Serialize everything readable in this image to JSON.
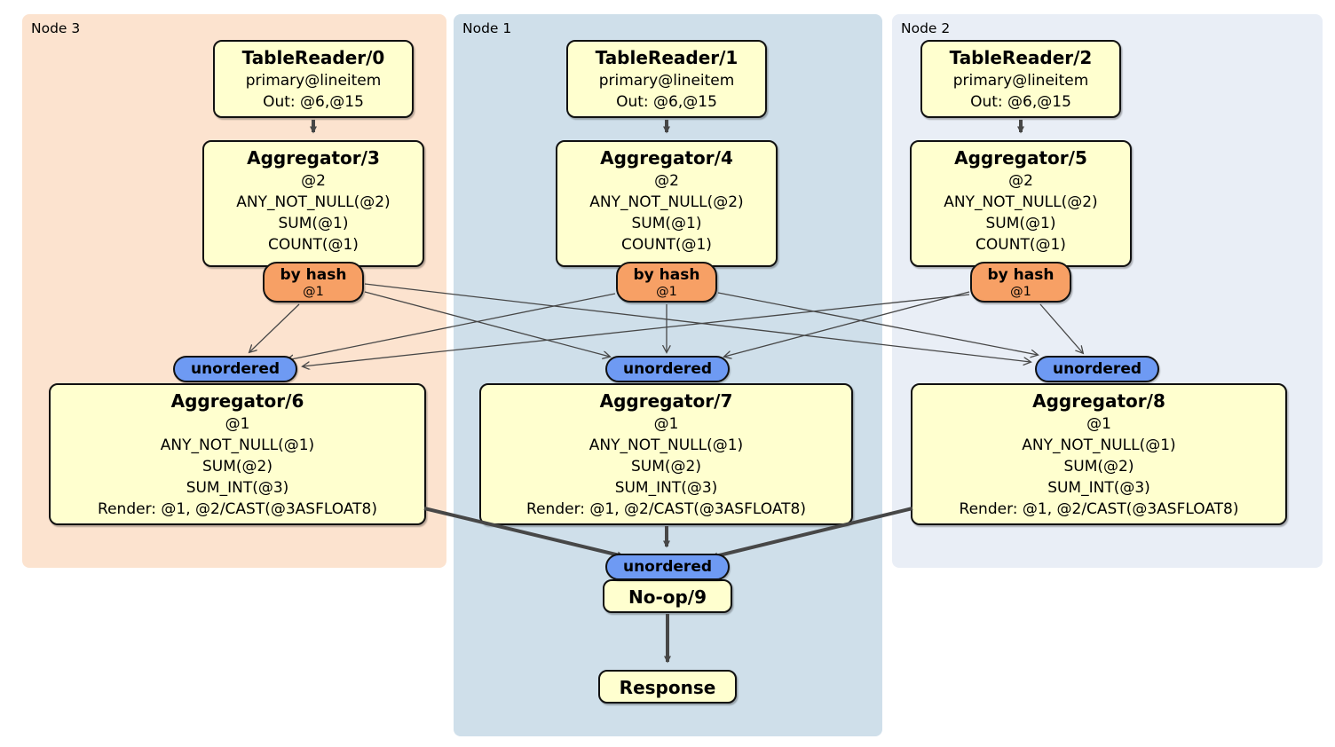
{
  "regions": {
    "node3": {
      "label": "Node 3"
    },
    "node1": {
      "label": "Node 1"
    },
    "node2": {
      "label": "Node 2"
    }
  },
  "processors": {
    "tablereader0": {
      "title": "TableReader/0",
      "index": "primary@lineitem",
      "out": "Out: @6,@15"
    },
    "tablereader1": {
      "title": "TableReader/1",
      "index": "primary@lineitem",
      "out": "Out: @6,@15"
    },
    "tablereader2": {
      "title": "TableReader/2",
      "index": "primary@lineitem",
      "out": "Out: @6,@15"
    },
    "aggregator3": {
      "title": "Aggregator/3",
      "group": "@2",
      "aggs": [
        "ANY_NOT_NULL(@2)",
        "SUM(@1)",
        "COUNT(@1)"
      ]
    },
    "aggregator4": {
      "title": "Aggregator/4",
      "group": "@2",
      "aggs": [
        "ANY_NOT_NULL(@2)",
        "SUM(@1)",
        "COUNT(@1)"
      ]
    },
    "aggregator5": {
      "title": "Aggregator/5",
      "group": "@2",
      "aggs": [
        "ANY_NOT_NULL(@2)",
        "SUM(@1)",
        "COUNT(@1)"
      ]
    },
    "aggregator6": {
      "title": "Aggregator/6",
      "group": "@1",
      "aggs": [
        "ANY_NOT_NULL(@1)",
        "SUM(@2)",
        "SUM_INT(@3)"
      ],
      "render": "Render: @1, @2/CAST(@3ASFLOAT8)"
    },
    "aggregator7": {
      "title": "Aggregator/7",
      "group": "@1",
      "aggs": [
        "ANY_NOT_NULL(@1)",
        "SUM(@2)",
        "SUM_INT(@3)"
      ],
      "render": "Render: @1, @2/CAST(@3ASFLOAT8)"
    },
    "aggregator8": {
      "title": "Aggregator/8",
      "group": "@1",
      "aggs": [
        "ANY_NOT_NULL(@1)",
        "SUM(@2)",
        "SUM_INT(@3)"
      ],
      "render": "Render: @1, @2/CAST(@3ASFLOAT8)"
    },
    "noop9": {
      "title": "No-op/9"
    },
    "response": {
      "title": "Response"
    }
  },
  "routers": {
    "byhash3": {
      "label": "by hash",
      "columns": "@1"
    },
    "byhash4": {
      "label": "by hash",
      "columns": "@1"
    },
    "byhash5": {
      "label": "by hash",
      "columns": "@1"
    }
  },
  "streams": {
    "unordered6": {
      "label": "unordered"
    },
    "unordered7": {
      "label": "unordered"
    },
    "unordered8": {
      "label": "unordered"
    },
    "unordered9": {
      "label": "unordered"
    }
  },
  "colors": {
    "processor_fill": "#ffffcf",
    "router_fill": "#f7a065",
    "stream_fill": "#6e9af3",
    "region_node3_fill": "#fce3cf",
    "region_node1_fill": "#cfdfea",
    "region_node2_fill": "#e9eef6",
    "edge": "#474747"
  }
}
